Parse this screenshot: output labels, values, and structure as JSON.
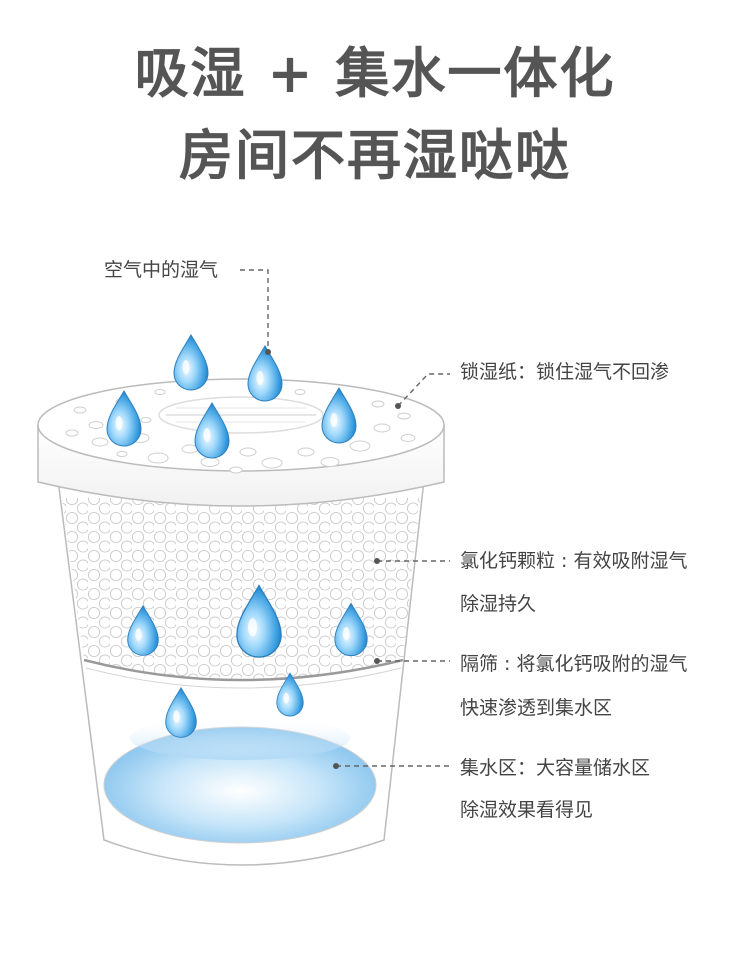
{
  "title": {
    "line1": "吸湿 + 集水一体化",
    "line2": "房间不再湿哒哒"
  },
  "labels": {
    "air_moisture": "空气中的湿气",
    "lock_paper": "锁湿纸：锁住湿气不回渗",
    "calcium_chloride_line1": "氯化钙颗粒 : 有效吸附湿气",
    "calcium_chloride_line2": "除湿持久",
    "filter_line1": "隔筛 : 将氯化钙吸附的湿气",
    "filter_line2": "快速渗透到集水区",
    "water_area_line1": "集水区：大容量储水区",
    "water_area_line2": "除湿效果看得见"
  },
  "colors": {
    "title": "#555555",
    "text": "#444444",
    "leader": "#666666",
    "outline": "#bbbbbb",
    "drop_light": "#d6f0ff",
    "drop_dark": "#1e84c8",
    "water_blue": "#8ec9f0"
  },
  "icons": {
    "droplet": "water-drop-icon",
    "leader_dot": "pointer-dot-icon"
  }
}
